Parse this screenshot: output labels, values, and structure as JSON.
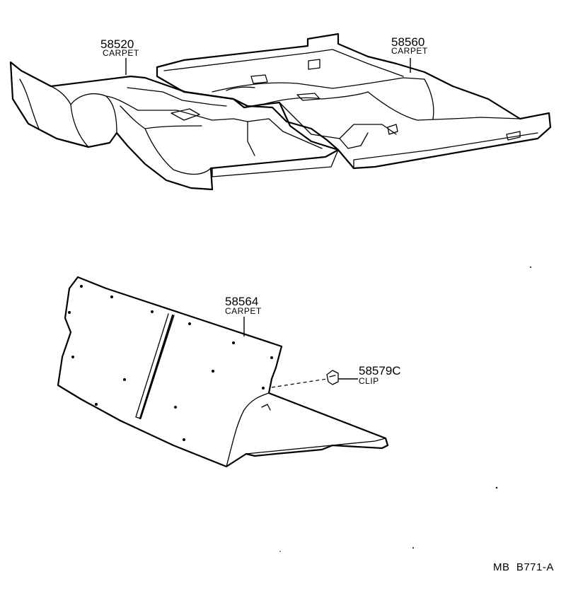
{
  "parts": [
    {
      "number": "58520",
      "name": "CARPET"
    },
    {
      "number": "58560",
      "name": "CARPET"
    },
    {
      "number": "58564",
      "name": "CARPET"
    },
    {
      "number": "58579C",
      "name": "CLIP"
    }
  ],
  "figure_code": "MB  B771-A"
}
